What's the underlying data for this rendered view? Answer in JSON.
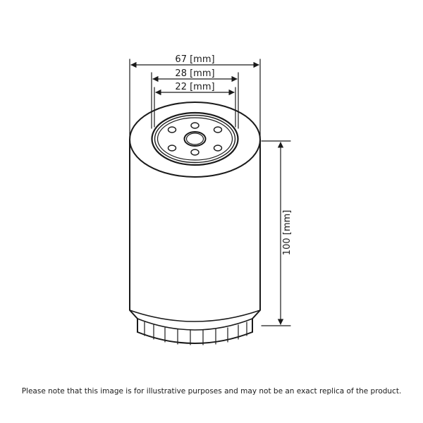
{
  "dimensions": {
    "outer_diameter": "67 [mm]",
    "gasket_diameter": "28 [mm]",
    "thread_diameter": "22 [mm]",
    "height": "100 [mm]"
  },
  "disclaimer": "Please note that this image is for illustrative purposes and may not be an exact replica of the product."
}
